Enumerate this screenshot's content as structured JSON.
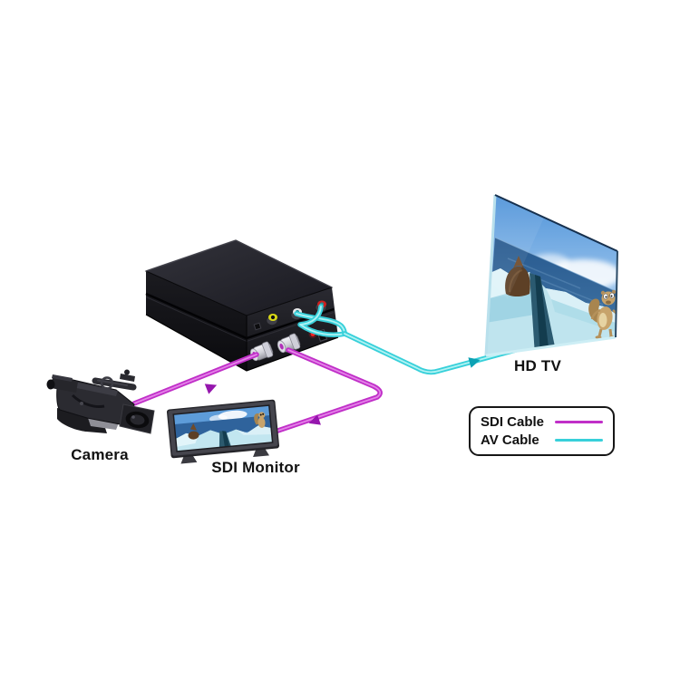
{
  "diagram": {
    "labels": {
      "camera": "Camera",
      "sdi_monitor": "SDI Monitor",
      "hd_tv": "HD TV"
    },
    "legend": {
      "items": [
        {
          "label": "SDI Cable",
          "color_key": "sdi_cable"
        },
        {
          "label": "AV Cable",
          "color_key": "av_cable"
        }
      ]
    },
    "connections": [
      {
        "from": "camera",
        "to": "converter-box",
        "cable": "SDI Cable",
        "direction": "camera-to-box"
      },
      {
        "from": "converter-box",
        "to": "sdi-monitor",
        "cable": "SDI Cable",
        "direction": "box-to-monitor"
      },
      {
        "from": "converter-box",
        "to": "hd-tv",
        "cable": "AV Cable",
        "direction": "box-to-tv"
      }
    ]
  },
  "colors": {
    "background": "#ffffff",
    "label_text": "#111111",
    "sdi_cable": "#c02fc8",
    "sdi_cable_core": "#e687ea",
    "sdi_arrow": "#9516ad",
    "av_cable": "#38d0da",
    "av_cable_core": "#b6f4f4",
    "av_arrow": "#0da2b4"
  }
}
